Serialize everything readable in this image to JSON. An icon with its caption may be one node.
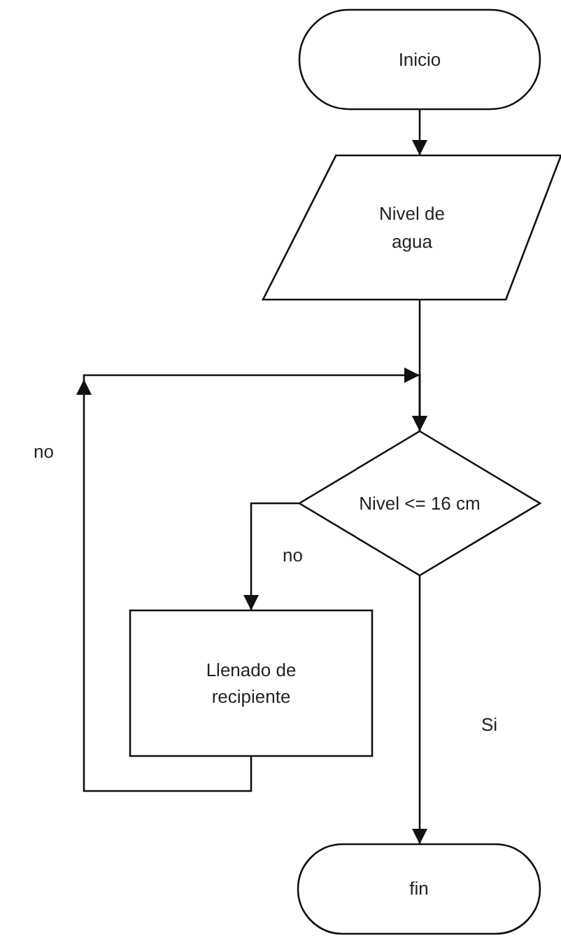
{
  "diagram": {
    "nodes": [
      {
        "text": [
          "Inicio"
        ]
      },
      {
        "text": [
          "Nivel de agua"
        ]
      },
      {
        "text": [
          "Nivel <= 16 cm"
        ]
      },
      {
        "text": [
          "Llenado de recipiente"
        ]
      },
      {
        "text": [
          "fin"
        ]
      }
    ],
    "edges": [
      {
        "from": 0,
        "to": 1,
        "arrow": "to"
      },
      {
        "from": 1,
        "to": 2,
        "arrow": "to"
      },
      {
        "from": 2,
        "to": 3,
        "arrow": "to",
        "label": "no"
      },
      {
        "from": 2,
        "to": 4,
        "arrow": "to",
        "label": "Si"
      },
      {
        "from": 3,
        "to": 2,
        "arrow": "to",
        "label": "no"
      }
    ]
  }
}
